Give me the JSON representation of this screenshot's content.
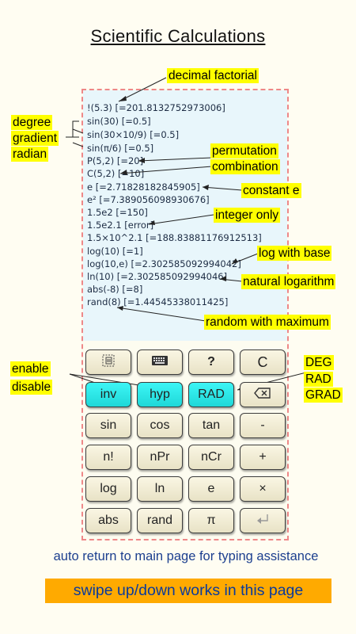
{
  "title": "Scientific  Calculations",
  "display_lines": [
    "!(5.3) [=201.8132752973006]",
    "sin(30) [=0.5]",
    "sin(30×10/9) [=0.5]",
    "sin(π/6) [=0.5]",
    "P(5,2) [=20]",
    "C(5,2) [=10]",
    "e [=2.71828182845905]",
    "e² [=7.389056098930676]",
    "1.5e2 [=150]",
    "1.5e2.1 [error]",
    "1.5×10^2.1 [=188.83881176912513]",
    "log(10) [=1]",
    "log(10,e) [=2.302585092994042]",
    "ln(10) [=2.302585092994046]",
    "abs(-8) [=8]",
    "rand(8) [=1.44545338011425]"
  ],
  "annotations": {
    "decimal_factorial": "decimal factorial",
    "degree": "degree",
    "gradient": "gradient",
    "radian": "radian",
    "permutation": "permutation",
    "combination": "combination",
    "constant_e": "constant e",
    "integer_only": "integer only",
    "log_with_base": "log with base",
    "natural_logarithm": "natural logarithm",
    "random_with_maximum": "random with maximum",
    "enable": "enable",
    "disable": "disable",
    "deg": "DEG",
    "rad": "RAD",
    "grad": "GRAD"
  },
  "keys": {
    "row1": [
      "copy-icon",
      "keyboard-icon",
      "?",
      "C"
    ],
    "row2": [
      "inv",
      "hyp",
      "RAD",
      "backspace-icon"
    ],
    "row3": [
      "sin",
      "cos",
      "tan",
      "-"
    ],
    "row4": [
      "n!",
      "nPr",
      "nCr",
      "+"
    ],
    "row5": [
      "log",
      "ln",
      "e",
      "×"
    ],
    "row6": [
      "abs",
      "rand",
      "π",
      "return-icon"
    ]
  },
  "key_labels": {
    "help": "?",
    "clear": "C",
    "inv": "inv",
    "hyp": "hyp",
    "rad": "RAD",
    "sin": "sin",
    "cos": "cos",
    "tan": "tan",
    "minus": "-",
    "factorial": "n!",
    "npr": "nPr",
    "ncr": "nCr",
    "plus": "+",
    "log": "log",
    "ln": "ln",
    "e": "e",
    "times": "×",
    "abs": "abs",
    "rand": "rand",
    "pi": "π"
  },
  "colors": {
    "highlight": "#ffff00",
    "active_key": "#2de6e6",
    "footer_banner": "#ffaa00",
    "footer_text": "#1c3f8f",
    "dashed_border": "#ee8888"
  },
  "footer": {
    "hint": "auto return to main page for typing assistance",
    "swipe": "swipe up/down works in this page"
  }
}
